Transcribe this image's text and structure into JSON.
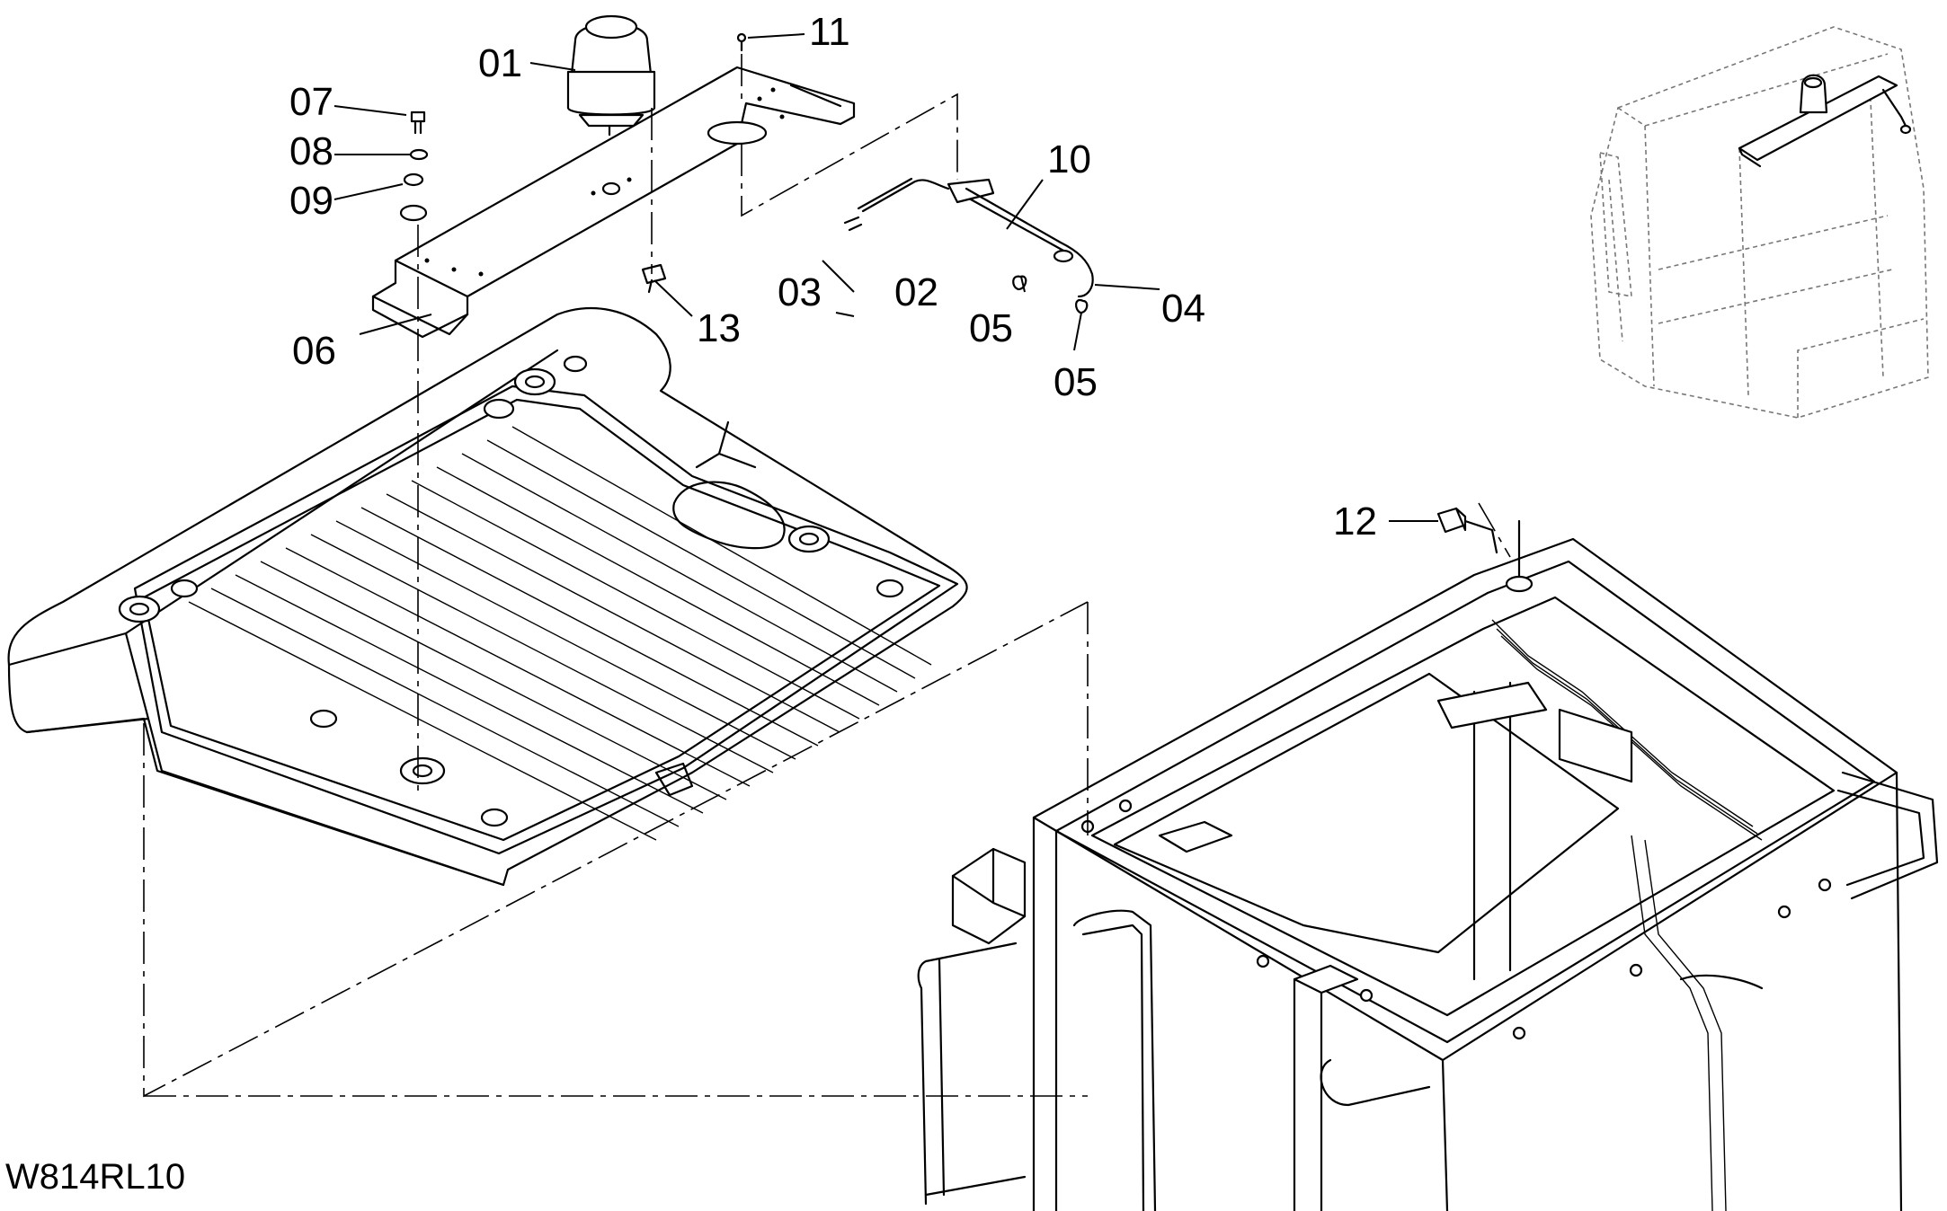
{
  "drawing_code": "W814RL10",
  "callouts": [
    {
      "id": "c01",
      "text": "01"
    },
    {
      "id": "c02",
      "text": "02"
    },
    {
      "id": "c03",
      "text": "03"
    },
    {
      "id": "c04",
      "text": "04"
    },
    {
      "id": "c05a",
      "text": "05"
    },
    {
      "id": "c05b",
      "text": "05"
    },
    {
      "id": "c06",
      "text": "06"
    },
    {
      "id": "c07",
      "text": "07"
    },
    {
      "id": "c08",
      "text": "08"
    },
    {
      "id": "c09",
      "text": "09"
    },
    {
      "id": "c10",
      "text": "10"
    },
    {
      "id": "c11",
      "text": "11"
    },
    {
      "id": "c12",
      "text": "12"
    },
    {
      "id": "c13",
      "text": "13"
    }
  ]
}
